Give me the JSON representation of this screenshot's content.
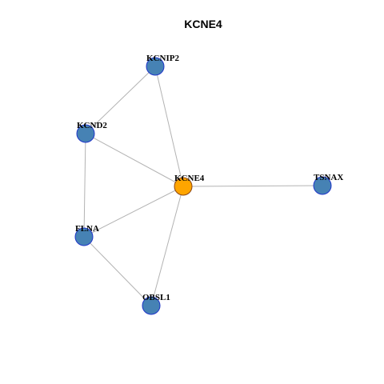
{
  "title": "KCNE4",
  "colors": {
    "edge": "#b3b3b3",
    "node_default": "#4682b4",
    "node_center": "#ffa500",
    "node_border_default": "#1f35c9",
    "node_border_center": "#8b4513",
    "label": "#000000",
    "title": "#000000"
  },
  "nodes": [
    {
      "id": "KCNIP2",
      "label": "KCNIP2",
      "role": "neighbor"
    },
    {
      "id": "KCND2",
      "label": "KCND2",
      "role": "neighbor"
    },
    {
      "id": "KCNE4",
      "label": "KCNE4",
      "role": "center"
    },
    {
      "id": "TSNAX",
      "label": "TSNAX",
      "role": "neighbor"
    },
    {
      "id": "FLNA",
      "label": "FLNA",
      "role": "neighbor"
    },
    {
      "id": "OBSL1",
      "label": "OBSL1",
      "role": "neighbor"
    }
  ],
  "edges": [
    {
      "source": "KCNIP2",
      "target": "KCND2"
    },
    {
      "source": "KCNIP2",
      "target": "KCNE4"
    },
    {
      "source": "KCND2",
      "target": "KCNE4"
    },
    {
      "source": "KCND2",
      "target": "FLNA"
    },
    {
      "source": "KCNE4",
      "target": "TSNAX"
    },
    {
      "source": "KCNE4",
      "target": "FLNA"
    },
    {
      "source": "KCNE4",
      "target": "OBSL1"
    },
    {
      "source": "FLNA",
      "target": "OBSL1"
    }
  ]
}
